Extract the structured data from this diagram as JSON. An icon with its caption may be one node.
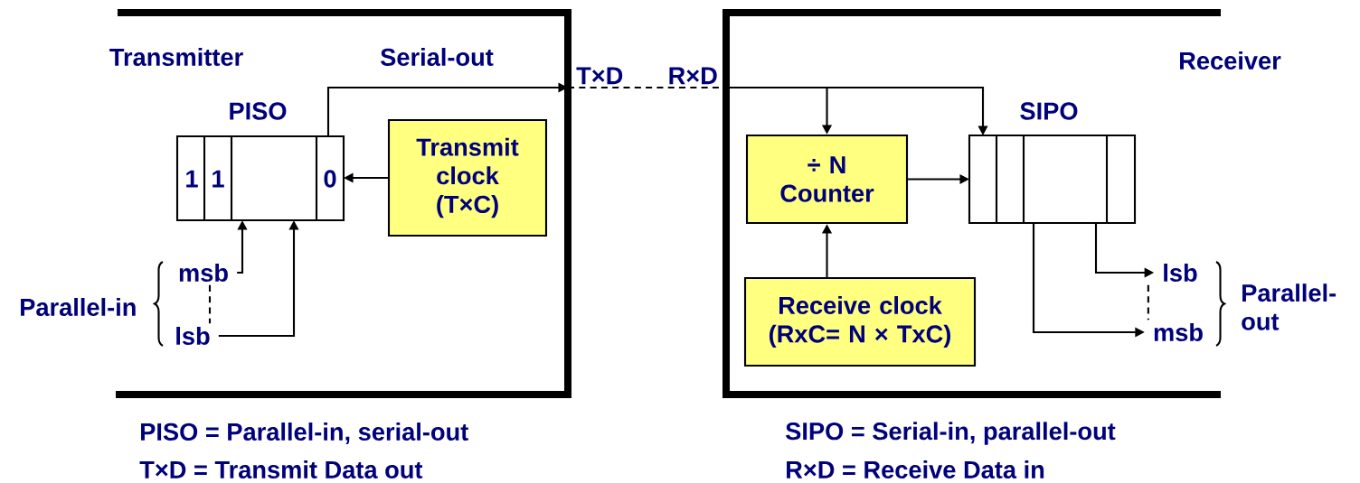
{
  "diagram": {
    "nodes": [
      {
        "text": [
          "Transmitter"
        ]
      },
      {
        "text": [
          "PISO"
        ],
        "in": 0
      },
      {
        "text": [
          "Transmit clock (T×C)"
        ],
        "in": 0
      },
      {
        "text": [
          "msb"
        ],
        "in": 0
      },
      {
        "text": [
          "lsb"
        ],
        "in": 0
      },
      {
        "text": [
          "T×D"
        ]
      },
      {
        "text": [
          "R×D"
        ]
      },
      {
        "text": [
          "Receiver"
        ]
      },
      {
        "text": [
          "÷ N Counter"
        ],
        "in": 7
      },
      {
        "text": [
          "SIPO"
        ],
        "in": 7
      },
      {
        "text": [
          "Receive clock (RxC= N × TxC)"
        ],
        "in": 7
      },
      {
        "text": [
          "lsb"
        ],
        "in": 7
      },
      {
        "text": [
          "msb"
        ],
        "in": 7
      }
    ],
    "edges": [
      {
        "from": 1,
        "to": 5,
        "arrow": "to"
      },
      {
        "from": 5,
        "to": 6,
        "arrow": "none",
        "style": "dashed"
      },
      {
        "from": 6,
        "to": 8,
        "arrow": "to"
      },
      {
        "from": 6,
        "to": 9,
        "arrow": "to"
      },
      {
        "from": 2,
        "to": 1,
        "arrow": "to"
      },
      {
        "from": 3,
        "to": 1,
        "arrow": "to"
      },
      {
        "from": 4,
        "to": 1,
        "arrow": "to"
      },
      {
        "from": 8,
        "to": 9,
        "arrow": "to"
      },
      {
        "from": 10,
        "to": 8,
        "arrow": "to"
      },
      {
        "from": 9,
        "to": 11,
        "arrow": "to"
      },
      {
        "from": 9,
        "to": 12,
        "arrow": "to"
      },
      {
        "from": 3,
        "to": 4,
        "arrow": "none",
        "style": "dashed"
      },
      {
        "from": 11,
        "to": 12,
        "arrow": "none",
        "style": "dashed"
      }
    ],
    "labels": [
      "Serial-out",
      "1",
      "1",
      "0",
      "Parallel-in",
      "Parallel-out",
      "PISO = Parallel-in, serial-out",
      "SIPO = Serial-in, parallel-out",
      "T×D = Transmit Data out",
      "R×D = Receive Data in"
    ]
  }
}
